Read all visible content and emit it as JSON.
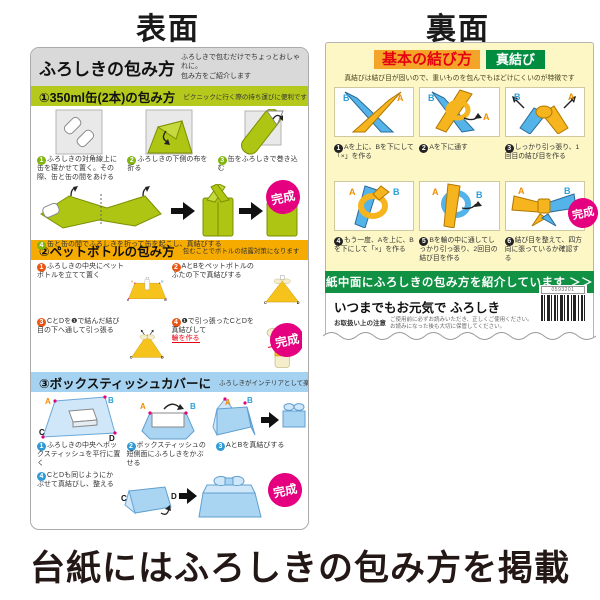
{
  "labels": {
    "front": "表面",
    "back": "裏面",
    "done": "完成",
    "a": "A",
    "b": "B",
    "c": "C",
    "d": "D"
  },
  "caption": "台紙にはふろしきの包み方を掲載",
  "front": {
    "title": "ふろしきの包み方",
    "subtitle1": "ふろしきで包むだけでちょっとおしゃれに。",
    "subtitle2": "包み方をご紹介します",
    "s1": {
      "heading": "①350ml缶(2本)の包み方",
      "note": "ピクニックに行く際の持ち運びに便利です",
      "steps": [
        {
          "num": "1",
          "text": "ふろしきの対角線上に缶を寝かせて置く。その際、缶と缶の間をあける"
        },
        {
          "num": "2",
          "text": "ふろしきの下側の布を折る"
        },
        {
          "num": "3",
          "text": "缶をふろしきで巻き込む"
        },
        {
          "num": "4",
          "text": "缶と缶の間でふろしきを折って缶を起こし、真結びする"
        }
      ]
    },
    "s2": {
      "heading": "②ペットボトルの包み方",
      "note": "包むことでボトルの結露対策になります",
      "steps": [
        {
          "num": "1",
          "text": "ふろしきの中央にペットボトルを立てて置く"
        },
        {
          "num": "2",
          "text": "AとBをペットボトルのふたの下で真結びする"
        },
        {
          "num": "3",
          "text": "CとDを❶で結んだ結び目の下へ通して引っ張る"
        },
        {
          "num": "4",
          "text": "❶で引っ張ったCとDを真結びして",
          "red": "輪を作る"
        }
      ]
    },
    "s3": {
      "heading": "③ボックスティッシュカバーに",
      "note": "ふろしきがインテリアとして楽しめます",
      "steps": [
        {
          "num": "1",
          "text": "ふろしきの中央へボックスティッシュを平行に置く"
        },
        {
          "num": "2",
          "text": "ボックスティッシュの短側面にふろしきをかぶせる"
        },
        {
          "num": "3",
          "text": "AとBを真結びする"
        },
        {
          "num": "4",
          "text": "CとDも同じようにかぶせて真結びし、整える"
        }
      ]
    }
  },
  "back": {
    "title": "基本の結び方",
    "badge": "真結び",
    "subtitle": "真結びは結び目が固いので、重いものを包んでもほどけにくいのが特徴です",
    "steps": [
      {
        "num": "1",
        "text": "Aを上に、Bを下にして「×」を作る",
        "l1": "B",
        "l2": "A"
      },
      {
        "num": "2",
        "text": "Aを下に通す",
        "l1": "B",
        "l2": "A"
      },
      {
        "num": "3",
        "text": "しっかり引っ張り、1回目の結び目を作る",
        "l1": "B",
        "l2": "A"
      },
      {
        "num": "4",
        "text": "もう一度、Aを上に、Bを下にして「×」を作る",
        "l1": "A",
        "l2": "B"
      },
      {
        "num": "5",
        "text": "Bを輪の中に通してしっかり引っ張り、2回目の結び目を作る",
        "l1": "A",
        "l2": "B"
      },
      {
        "num": "6",
        "text": "結び目を整えて、四方向に張っているか確認する",
        "l1": "A",
        "l2": "B"
      }
    ],
    "banner": "台紙中面にふろしきの包み方を紹介しています ＞＞＞",
    "product": "いつまでもお元気で ふろしき",
    "notice_label": "お取扱い上の注意",
    "notice1": "ご使用前に必ずお読みいただき、正しくご使用ください。",
    "notice2": "お読みになった後も大切に保管してください。",
    "barcode_number": "0593201"
  }
}
